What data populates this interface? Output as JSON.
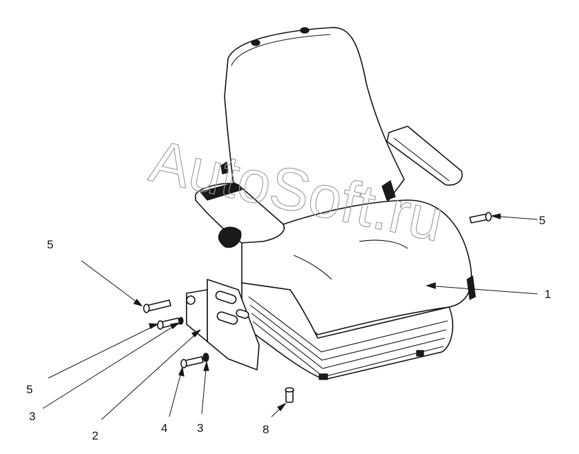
{
  "watermark": "AutoSoft.ru",
  "callouts": [
    {
      "id": "c1",
      "label": "1"
    },
    {
      "id": "c2",
      "label": "2"
    },
    {
      "id": "c3a",
      "label": "3"
    },
    {
      "id": "c3b",
      "label": "3"
    },
    {
      "id": "c4",
      "label": "4"
    },
    {
      "id": "c5a",
      "label": "5"
    },
    {
      "id": "c5b",
      "label": "5"
    },
    {
      "id": "c5c",
      "label": "5"
    },
    {
      "id": "c8",
      "label": "8"
    }
  ],
  "colors": {
    "line": "#111111",
    "watermark": "#9a9a9a",
    "background": "#ffffff"
  }
}
